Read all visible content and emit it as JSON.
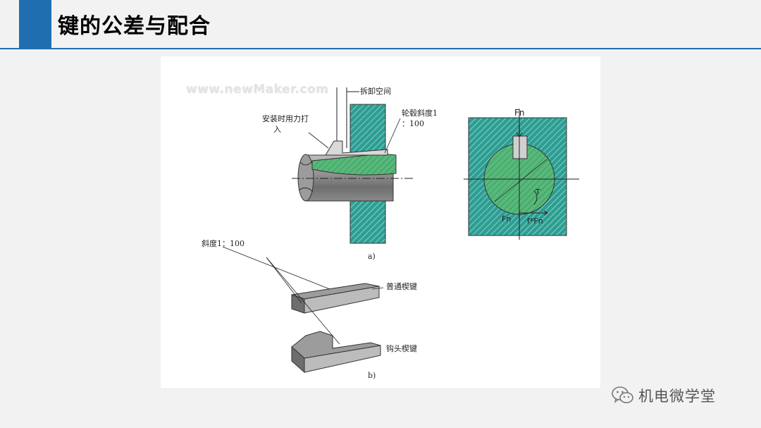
{
  "slide": {
    "title": "键的公差与配合"
  },
  "figure": {
    "watermark": "www.newMaker.com",
    "labels": {
      "removal_space": "拆卸空间",
      "hub_slope_line1": "轮毂斜度1",
      "hub_slope_line2": "：100",
      "force_install_line1": "安装时用力打",
      "force_install_line2": "入",
      "caption_a": "a)",
      "force_top": "Fn",
      "torque": "T",
      "force_bottom": "Fn",
      "friction": "f*Fn",
      "slope": "斜度1：100",
      "plain_wedge_key": "普通楔键",
      "hook_head_wedge_key": "钩头楔键",
      "caption_b": "b)"
    },
    "colors": {
      "hatch_fill": "#2e9e93",
      "key_green": "#56b97a",
      "shaft_gray": "#8f8f8f"
    }
  },
  "brand": {
    "name": "机电微学堂",
    "icon": "wechat-icon"
  }
}
